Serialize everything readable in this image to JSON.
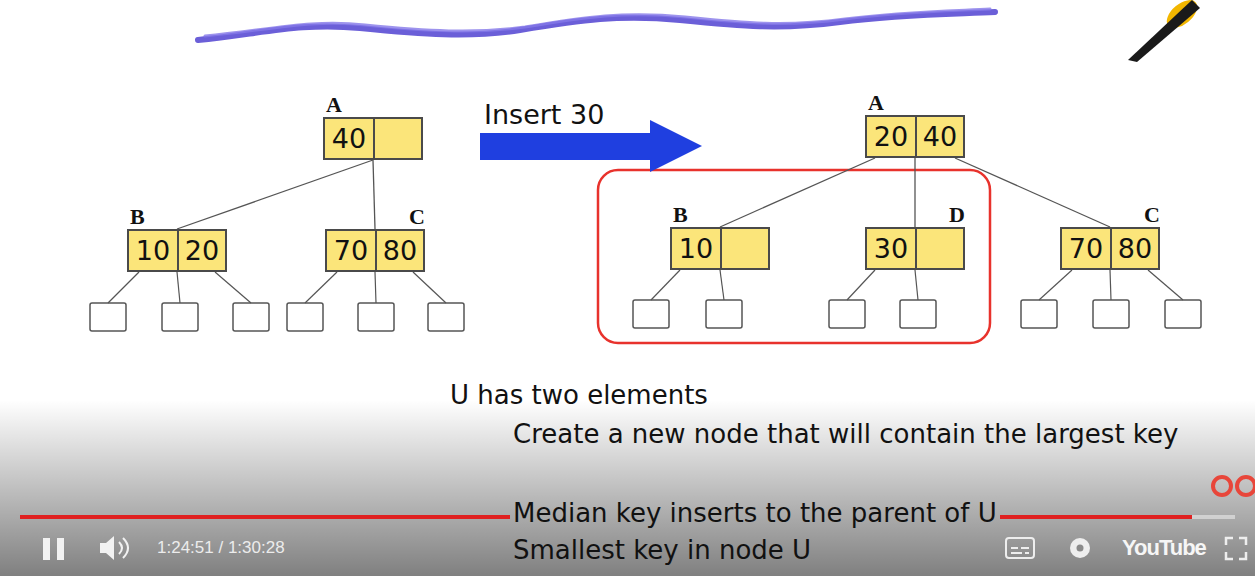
{
  "diagram": {
    "nodes": [
      {
        "text": [
          "A",
          "40"
        ]
      },
      {
        "text": [
          "B",
          "10",
          "20"
        ]
      },
      {
        "text": [
          "C",
          "70",
          "80"
        ]
      },
      {
        "text": [
          "A",
          "20",
          "40"
        ]
      },
      {
        "text": [
          "B",
          "10"
        ]
      },
      {
        "text": [
          "D",
          "30"
        ]
      },
      {
        "text": [
          "C",
          "70",
          "80"
        ]
      }
    ],
    "edges": [
      {
        "from": 0,
        "to": 1,
        "arrow": "none"
      },
      {
        "from": 0,
        "to": 2,
        "arrow": "none"
      },
      {
        "from": 3,
        "to": 4,
        "arrow": "none"
      },
      {
        "from": 3,
        "to": 5,
        "arrow": "none"
      },
      {
        "from": 3,
        "to": 6,
        "arrow": "none"
      }
    ],
    "labels": [
      "Insert 30",
      "U has two elements",
      "Create a new node that will contain the largest key",
      "Median key inserts to the parent of U",
      "Smallest key in node U",
      "1:24:51 / 1:30:28",
      "YouTube"
    ]
  }
}
